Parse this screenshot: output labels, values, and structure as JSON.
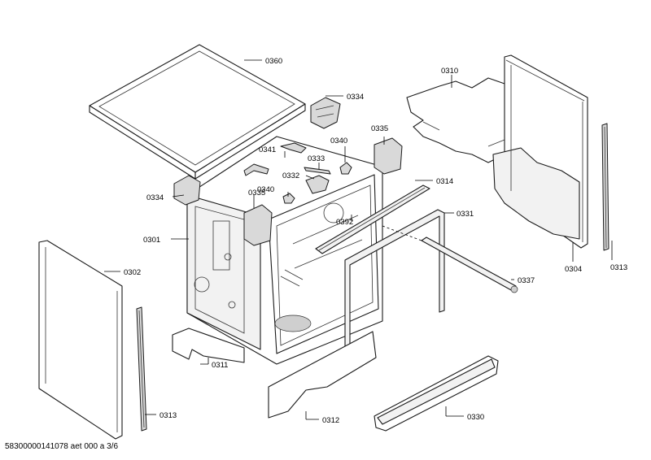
{
  "callouts": [
    {
      "id": "c0360",
      "label": "0360"
    },
    {
      "id": "c0334a",
      "label": "0334"
    },
    {
      "id": "c0335a",
      "label": "0335"
    },
    {
      "id": "c0340a",
      "label": "0340"
    },
    {
      "id": "c0341",
      "label": "0341"
    },
    {
      "id": "c0333",
      "label": "0333"
    },
    {
      "id": "c0332",
      "label": "0332"
    },
    {
      "id": "c0340b",
      "label": "0340"
    },
    {
      "id": "c0334b",
      "label": "0334"
    },
    {
      "id": "c0335b",
      "label": "0335"
    },
    {
      "id": "c0314",
      "label": "0314"
    },
    {
      "id": "c0392",
      "label": "0392"
    },
    {
      "id": "c0331",
      "label": "0331"
    },
    {
      "id": "c0301",
      "label": "0301"
    },
    {
      "id": "c0302",
      "label": "0302"
    },
    {
      "id": "c0337",
      "label": "0337"
    },
    {
      "id": "c0311",
      "label": "0311"
    },
    {
      "id": "c0313a",
      "label": "0313"
    },
    {
      "id": "c0312",
      "label": "0312"
    },
    {
      "id": "c0330",
      "label": "0330"
    },
    {
      "id": "c0310",
      "label": "0310"
    },
    {
      "id": "c0304",
      "label": "0304"
    },
    {
      "id": "c0313b",
      "label": "0313"
    }
  ],
  "footer": {
    "text": "58300000141078 aet 000 a 3/6"
  }
}
